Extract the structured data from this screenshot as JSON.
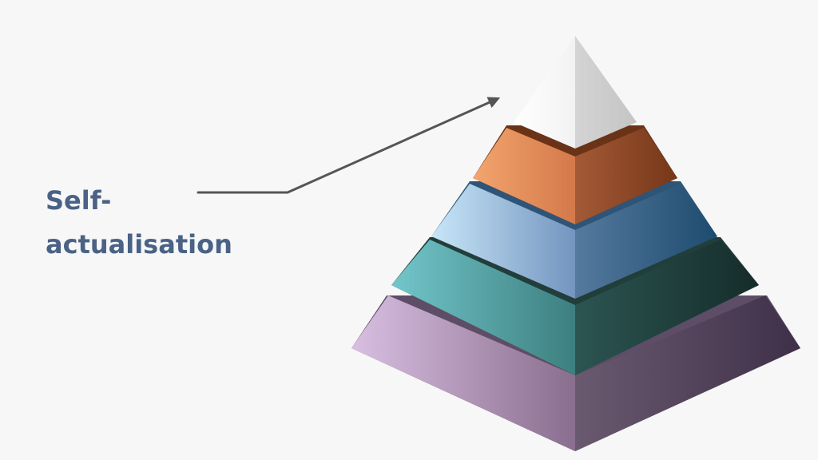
{
  "label": {
    "text": "Self-\nactualisation",
    "line1": "Self-",
    "line2": "actualisation",
    "color": "#4a6285"
  },
  "connector": {
    "color": "#555555",
    "points_to": "pyramid-apex"
  },
  "pyramid": {
    "levels": [
      {
        "name": "apex",
        "left_color": "#ffffff",
        "right_color": "#c9c9c9"
      },
      {
        "name": "level-2",
        "left_color": "#f2a26a",
        "right_color": "#7a3a1e"
      },
      {
        "name": "level-3",
        "left_color": "#c6e4f7",
        "right_color": "#1f4d70"
      },
      {
        "name": "level-4",
        "left_color": "#6fc3c7",
        "right_color": "#173230"
      },
      {
        "name": "level-5",
        "left_color": "#d7bde0",
        "right_color": "#41324f"
      }
    ]
  },
  "background": "#f7f7f7"
}
